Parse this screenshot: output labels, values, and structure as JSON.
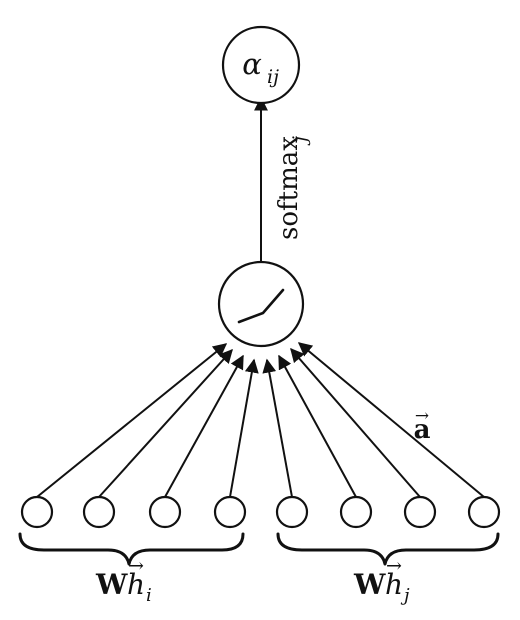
{
  "diagram": {
    "output_node": {
      "symbol": "α",
      "subscript": "ij"
    },
    "edge_label": {
      "main": "softmax",
      "subscript": "j"
    },
    "activation_icon": "leaky-relu-icon",
    "attention_vector": {
      "letter": "a",
      "arrow": "→"
    },
    "left_group": {
      "matrix": "W",
      "letter": "h",
      "subscript": "i",
      "arrow": "→"
    },
    "right_group": {
      "matrix": "W",
      "letter": "h",
      "subscript": "j",
      "arrow": "→"
    },
    "colors": {
      "ink": "#111111",
      "background": "#ffffff"
    }
  }
}
